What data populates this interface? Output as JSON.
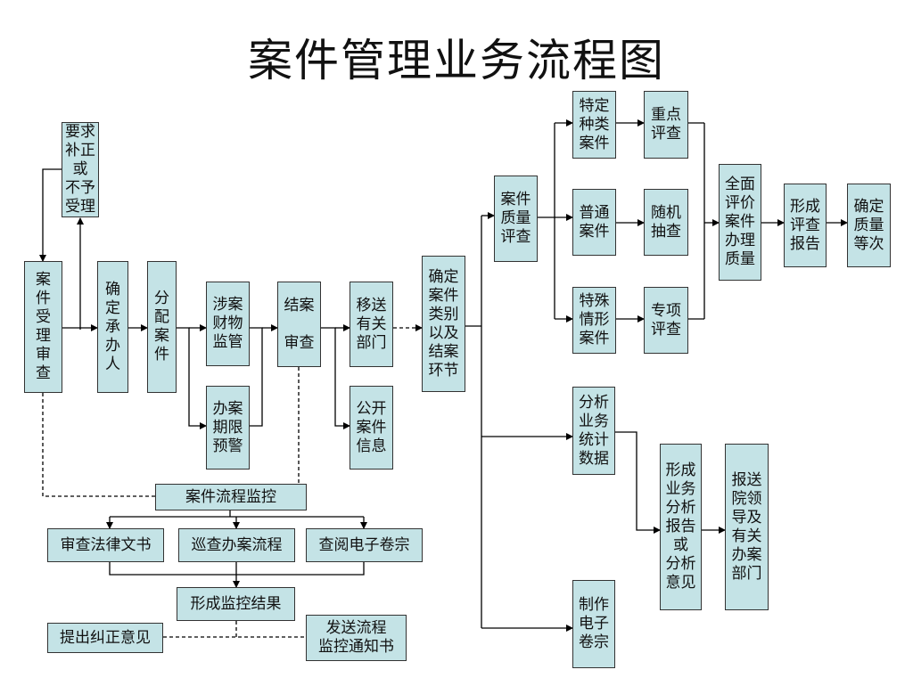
{
  "title": "案件管理业务流程图",
  "colors": {
    "box_fill": "#c4e3e6",
    "box_border": "#333333",
    "line": "#000000"
  },
  "nodes": {
    "shouli": "案\n件\n受\n理\n审\n查",
    "buzheng": "要求\n补正\n或\n不予\n受理",
    "queding": "确\n定\n承\n办\n人",
    "fenpei": "分\n配\n案\n件",
    "caiwu": "涉案\n财物\n监管",
    "yujing": "办案\n期限\n预警",
    "jiean": "结案\n\n审查",
    "yisong": "移送\n有关\n部门",
    "gongkai": "公开\n案件\n信息",
    "leibie": "确定\n案件\n类别\n以及\n结案\n环节",
    "zhiliang": "案件\n质量\n评查",
    "teding": "特定\n种类\n案件",
    "putong": "普通\n案件",
    "teshu": "特殊\n情形\n案件",
    "zhongdian": "重点\n评查",
    "suiji": "随机\n抽查",
    "zhuanxiang": "专项\n评查",
    "quanmian": "全面\n评价\n案件\n办理\n质量",
    "baogao": "形成\n评查\n报告",
    "dengci": "确定\n质量\n等次",
    "fenxi": "分析\n业务\n统计\n数据",
    "fenxibaogao": "形成\n业务\n分析\n报告\n或\n分析\n意见",
    "baosong": "报送\n院领\n导及\n有关\n办案\n部门",
    "juanzong": "制作\n电子\n卷宗",
    "jiankong": "案件流程监控",
    "wenshu": "审查法律文书",
    "xuncha": "巡查办案流程",
    "chayue": "查阅电子卷宗",
    "jieguo": "形成监控结果",
    "jiuzheng": "提出纠正意见",
    "tongzhi": "发送流程\n监控通知书"
  }
}
